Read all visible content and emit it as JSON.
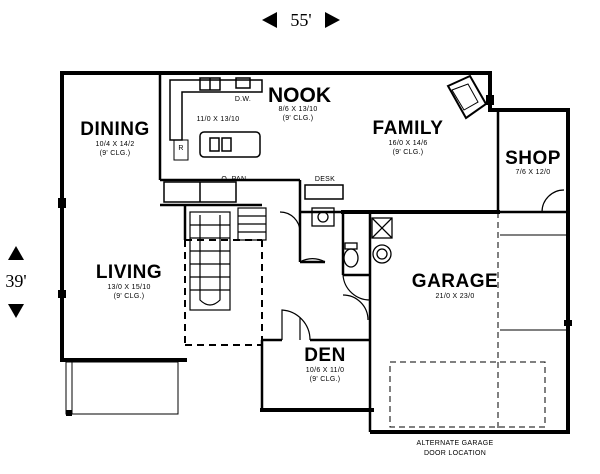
{
  "dimensions": {
    "width": "55'",
    "depth": "39'"
  },
  "rooms": {
    "dining": {
      "name": "DINING",
      "size": "10/4 X 14/2",
      "ceiling": "(9' CLG.)"
    },
    "kitchen": {
      "size": "11/0 X 13/10",
      "dw": "D.W."
    },
    "nook": {
      "name": "NOOK",
      "size": "8/6 X 13/10",
      "ceiling": "(9' CLG.)"
    },
    "family": {
      "name": "FAMILY",
      "size": "16/0 X 14/6",
      "ceiling": "(9' CLG.)"
    },
    "shop": {
      "name": "SHOP",
      "size": "7/6 X 12/0"
    },
    "living": {
      "name": "LIVING",
      "size": "13/0 X 15/10",
      "ceiling": "(9' CLG.)"
    },
    "garage": {
      "name": "GARAGE",
      "size": "21/0 X 23/0"
    },
    "den": {
      "name": "DEN",
      "size": "10/6 X 11/0",
      "ceiling": "(9' CLG.)"
    }
  },
  "labels": {
    "pantry": "O.   PAN.",
    "desk": "DESK",
    "alt_door_1": "ALTERNATE GARAGE",
    "alt_door_2": "DOOR LOCATION",
    "fridge": "R"
  }
}
